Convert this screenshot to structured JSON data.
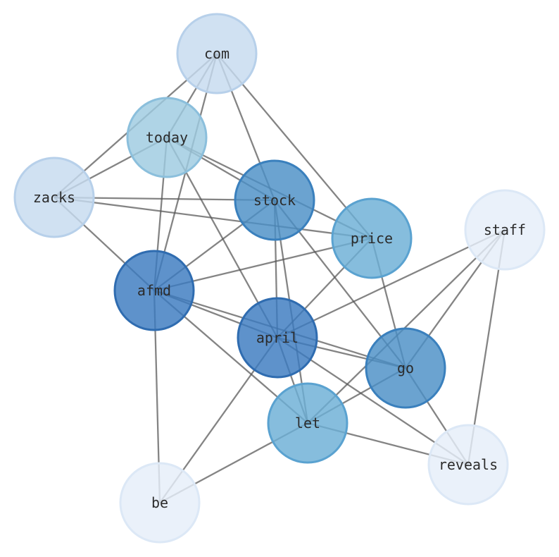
{
  "graph": {
    "nodes": [
      {
        "id": "com",
        "label": "com",
        "fill": "#c6dbef",
        "stroke": "#b7d0ea"
      },
      {
        "id": "today",
        "label": "today",
        "fill": "#9ecae1",
        "stroke": "#8bbfdc"
      },
      {
        "id": "zacks",
        "label": "zacks",
        "fill": "#c6dbef",
        "stroke": "#b7d0ea"
      },
      {
        "id": "stock",
        "label": "stock",
        "fill": "#4a8fc6",
        "stroke": "#3a80bd"
      },
      {
        "id": "price",
        "label": "price",
        "fill": "#6baed6",
        "stroke": "#5aa2d0"
      },
      {
        "id": "staff",
        "label": "staff",
        "fill": "#e5eef9",
        "stroke": "#dce8f6"
      },
      {
        "id": "afmd",
        "label": "afmd",
        "fill": "#3a7abf",
        "stroke": "#2f6cb0"
      },
      {
        "id": "april",
        "label": "april",
        "fill": "#3a7abf",
        "stroke": "#2f6cb0"
      },
      {
        "id": "go",
        "label": "go",
        "fill": "#4a8fc6",
        "stroke": "#3a80bd"
      },
      {
        "id": "let",
        "label": "let",
        "fill": "#6baed6",
        "stroke": "#5aa2d0"
      },
      {
        "id": "reveals",
        "label": "reveals",
        "fill": "#e5eef9",
        "stroke": "#dce8f6"
      },
      {
        "id": "be",
        "label": "be",
        "fill": "#e5eef9",
        "stroke": "#dce8f6"
      }
    ],
    "edges": [
      [
        "com",
        "today"
      ],
      [
        "com",
        "zacks"
      ],
      [
        "com",
        "stock"
      ],
      [
        "com",
        "price"
      ],
      [
        "com",
        "afmd"
      ],
      [
        "today",
        "zacks"
      ],
      [
        "today",
        "stock"
      ],
      [
        "today",
        "price"
      ],
      [
        "today",
        "afmd"
      ],
      [
        "today",
        "april"
      ],
      [
        "zacks",
        "stock"
      ],
      [
        "zacks",
        "price"
      ],
      [
        "zacks",
        "afmd"
      ],
      [
        "stock",
        "afmd"
      ],
      [
        "stock",
        "april"
      ],
      [
        "stock",
        "go"
      ],
      [
        "stock",
        "let"
      ],
      [
        "price",
        "afmd"
      ],
      [
        "price",
        "april"
      ],
      [
        "price",
        "go"
      ],
      [
        "staff",
        "april"
      ],
      [
        "staff",
        "go"
      ],
      [
        "staff",
        "let"
      ],
      [
        "staff",
        "reveals"
      ],
      [
        "afmd",
        "april"
      ],
      [
        "afmd",
        "go"
      ],
      [
        "afmd",
        "let"
      ],
      [
        "afmd",
        "be"
      ],
      [
        "april",
        "go"
      ],
      [
        "april",
        "let"
      ],
      [
        "april",
        "reveals"
      ],
      [
        "april",
        "be"
      ],
      [
        "go",
        "let"
      ],
      [
        "go",
        "reveals"
      ],
      [
        "let",
        "reveals"
      ],
      [
        "let",
        "be"
      ]
    ]
  }
}
